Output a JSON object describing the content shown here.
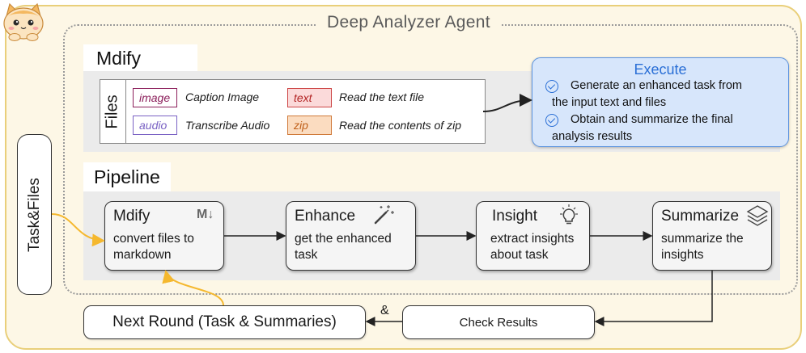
{
  "agent_title": "Deep Analyzer Agent",
  "mdify_section": {
    "tab_label": "Mdify",
    "files_label": "Files",
    "file_types": [
      {
        "tag": "image",
        "description": "Caption Image",
        "color": "#8b1e5a",
        "fill": "#ffffff"
      },
      {
        "tag": "audio",
        "description": "Transcribe Audio",
        "color": "#7a62c4",
        "fill": "#ffffff"
      },
      {
        "tag": "text",
        "description": "Read the text file",
        "color": "#b22222",
        "fill": "#fbdada"
      },
      {
        "tag": "zip",
        "description": "Read the contents of zip",
        "color": "#c0601a",
        "fill": "#fbdcc0"
      }
    ]
  },
  "execute": {
    "title": "Execute",
    "items": [
      {
        "line1": "Generate an enhanced task from",
        "line2": "the input text and files"
      },
      {
        "line1": "Obtain and summarize the final",
        "line2": "analysis results"
      }
    ]
  },
  "pipeline": {
    "tab_label": "Pipeline",
    "stages": [
      {
        "title": "Mdify",
        "description": "convert files to\nmarkdown",
        "icon": "markdown-icon",
        "icon_text": "M↓"
      },
      {
        "title": "Enhance",
        "description": "get the enhanced\ntask",
        "icon": "magic-wand-icon"
      },
      {
        "title": "Insight",
        "description": "extract insights\nabout task",
        "icon": "lightbulb-icon"
      },
      {
        "title": "Summarize",
        "description": "summarize the\ninsights",
        "icon": "layers-icon"
      }
    ]
  },
  "task_files_label": "Task&Files",
  "next_round_label": "Next Round (Task & Summaries)",
  "check_results_label": "Check Results",
  "ampersand": "&",
  "colors": {
    "accent_yellow": "#f5b82e",
    "outer_border": "#e9cf7a",
    "execute_blue": "#2a6fd6"
  }
}
